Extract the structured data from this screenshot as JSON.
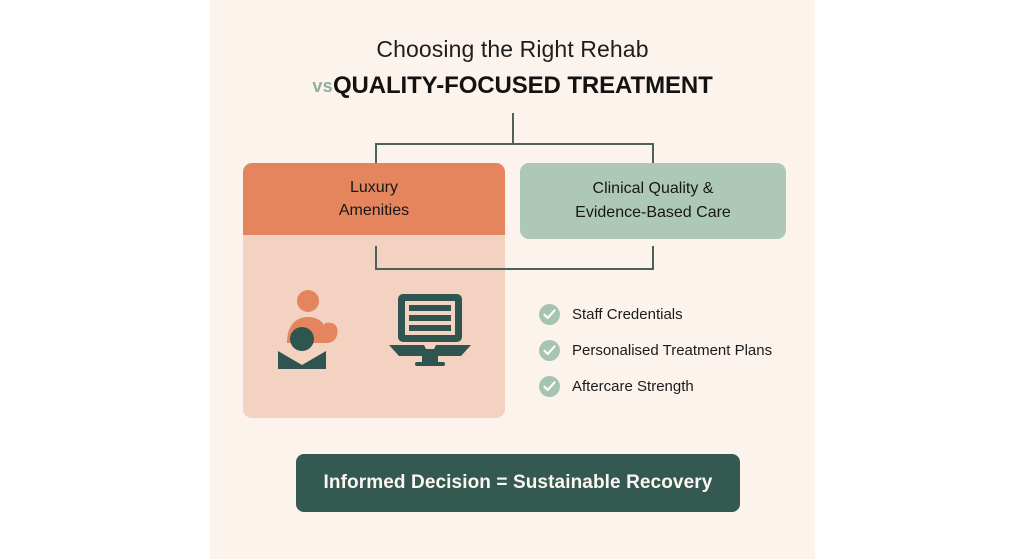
{
  "canvas": {
    "background_color": "#fdf3ed",
    "outer_background_color": "#ffffff"
  },
  "title": {
    "line1": "Choosing the Right Rehab",
    "vs_label": "vs",
    "line2": "QUALITY-FOCUSED TREATMENT",
    "vs_color": "#8fae9c",
    "text_color": "#121212"
  },
  "left_branch": {
    "header_label": "Luxury\nAmenities",
    "header_color": "#e5855e",
    "panel_color": "#f4d2c1",
    "illustration": {
      "icons": [
        {
          "name": "people-support-icon",
          "primary_color": "#e5855e",
          "secondary_color": "#2e5550"
        },
        {
          "name": "laptop-document-icon",
          "primary_color": "#2e5550"
        }
      ]
    }
  },
  "right_branch": {
    "header_label": "Clinical Quality &\nEvidence-Based Care",
    "header_color": "#aec8b8"
  },
  "checklist": {
    "badge_color": "#a7c3b2",
    "check_color": "#ffffff",
    "items": [
      {
        "label": "Staff Credentials",
        "icon": "check-circle-icon"
      },
      {
        "label": "Personalised Treatment Plans",
        "icon": "check-circle-icon"
      },
      {
        "label": "Aftercare Strength",
        "icon": "check-circle-icon"
      }
    ]
  },
  "connector": {
    "color": "#4c6359"
  },
  "bottom_banner": {
    "label": "Informed Decision = Sustainable Recovery",
    "background_color": "#335951",
    "text_color": "#fdf7f3"
  }
}
